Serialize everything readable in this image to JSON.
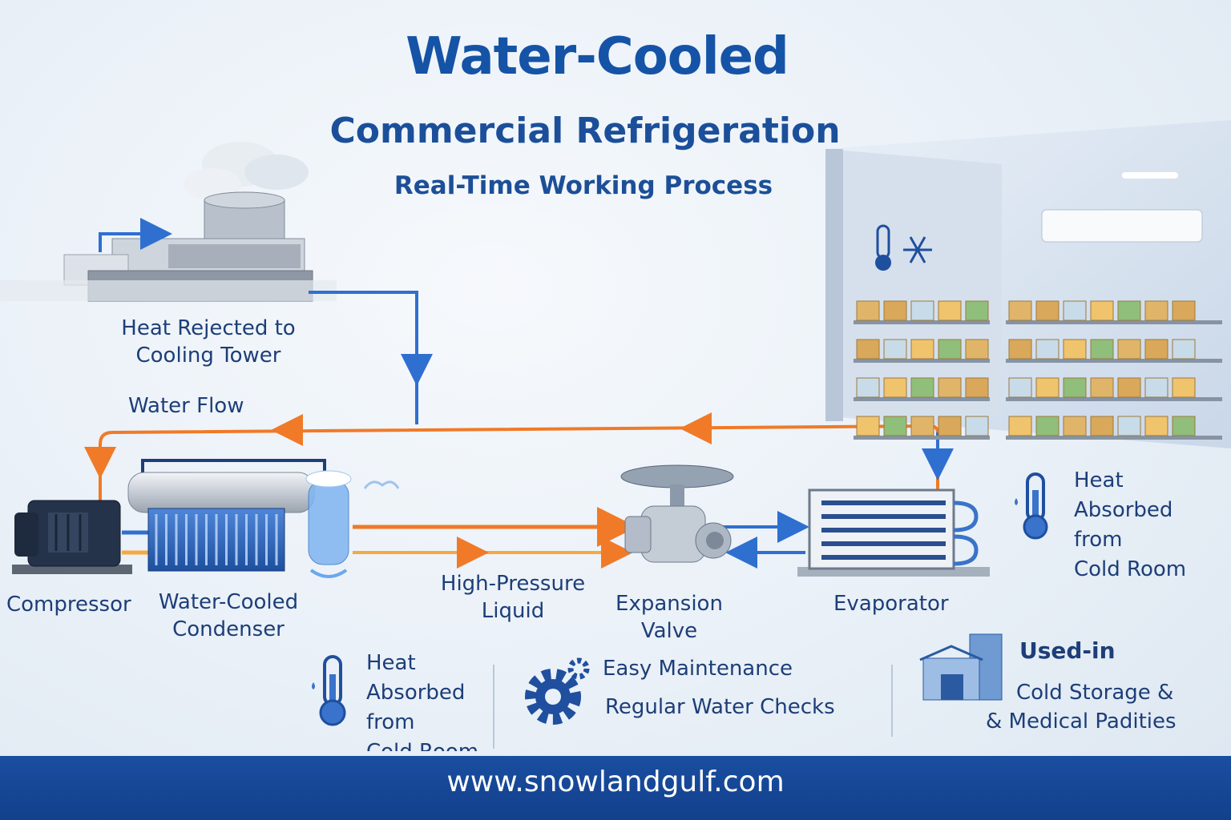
{
  "header": {
    "title_line1": "Water-Cooled",
    "title_line2": "Commercial Refrigeration",
    "subtitle": "Real-Time Working Process"
  },
  "labels": {
    "cooling_tower_line1": "Heat Rejected to",
    "cooling_tower_line2": "Cooling Tower",
    "water_flow": "Water Flow",
    "compressor": "Compressor",
    "condenser_line1": "Water-Cooled",
    "condenser_line2": "Condenser",
    "hp_liquid_line1": "High-Pressure",
    "hp_liquid_line2": "Liquid",
    "expansion_line1": "Expansion",
    "expansion_line2": "Valve",
    "evaporator": "Evaporator",
    "heat_right_line1": "Heat",
    "heat_right_line2": "Absorbed",
    "heat_right_line3": "from",
    "heat_right_line4": "Cold Room"
  },
  "features": {
    "heat_line1": "Heat",
    "heat_line2": "Absorbed",
    "heat_line3": "from",
    "heat_line4": "Cold Room",
    "maintenance_title": "Easy Maintenance",
    "maintenance_sub": "Regular Water Checks",
    "used_title": "Used-in",
    "used_line1": "Cold Storage &",
    "used_line2": "& Medical Padities"
  },
  "footer": {
    "url": "www.snowlandgulf.com"
  },
  "colors": {
    "primary_blue": "#1553a6",
    "hot_orange": "#f07a28",
    "cold_blue": "#2f6fd0",
    "footer_blue": "#1a4ea0"
  }
}
